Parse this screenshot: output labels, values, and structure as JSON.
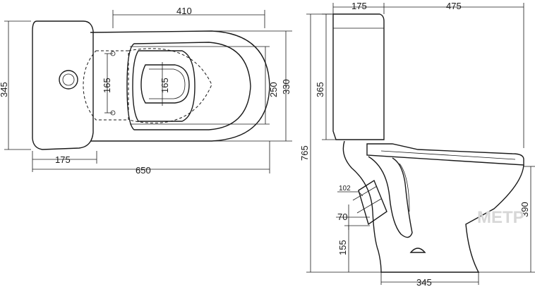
{
  "top_view": {
    "dims": {
      "bowl_width": "410",
      "overall_length": "650",
      "tank_offset": "175",
      "overall_depth": "345",
      "inner_mount_left": "165",
      "inner_mount_right": "165",
      "rim_250": "250",
      "rim_330": "330"
    }
  },
  "side_view": {
    "dims": {
      "tank_depth": "175",
      "bowl_depth": "475",
      "tank_height": "365",
      "total_height": "765",
      "seat_height": "390",
      "outlet_dia": "102",
      "outlet_offset": "70",
      "outlet_height": "155",
      "base_width": "345"
    }
  },
  "watermark": "METP"
}
